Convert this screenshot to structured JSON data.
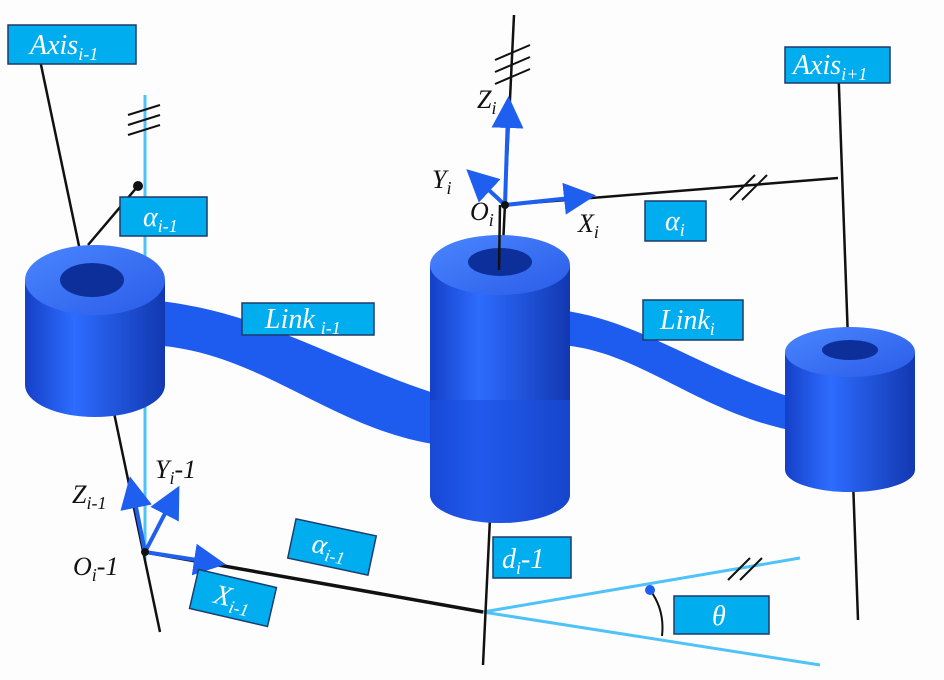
{
  "labels": {
    "axis_prev": {
      "base": "Axis",
      "sub": "i-1"
    },
    "axis_next": {
      "base": "Axis",
      "sub": "i+1"
    },
    "alpha_prev_top": {
      "base": "α",
      "sub": "i-1"
    },
    "alpha_i": {
      "base": "α",
      "sub": "i"
    },
    "link_prev": {
      "base": "Link",
      "sub": "i-1"
    },
    "link_i": {
      "base": "Link",
      "sub": "i"
    },
    "alpha_prev_bottom": {
      "base": "α",
      "sub": "i-1"
    },
    "x_prev": {
      "base": "X",
      "sub": "i-1"
    },
    "d_prev": {
      "base": "d",
      "sub": "i",
      "suffix": "-1"
    },
    "theta": {
      "base": "θ"
    }
  },
  "frames": {
    "z_i": {
      "base": "Z",
      "sub": "i"
    },
    "y_i": {
      "base": "Y",
      "sub": "i"
    },
    "o_i": {
      "base": "O",
      "sub": "i"
    },
    "x_i": {
      "base": "X",
      "sub": "i"
    },
    "z_prev": {
      "base": "Z",
      "sub": "i-1"
    },
    "y_prev": {
      "base": "Y",
      "sub": "i",
      "suffix": "-1"
    },
    "o_prev": {
      "base": "O",
      "sub": "i",
      "suffix": "-1"
    }
  },
  "colors": {
    "box": "#00aeef",
    "cylinder": "#1f5ff0",
    "light_line": "#4fc3f7"
  }
}
